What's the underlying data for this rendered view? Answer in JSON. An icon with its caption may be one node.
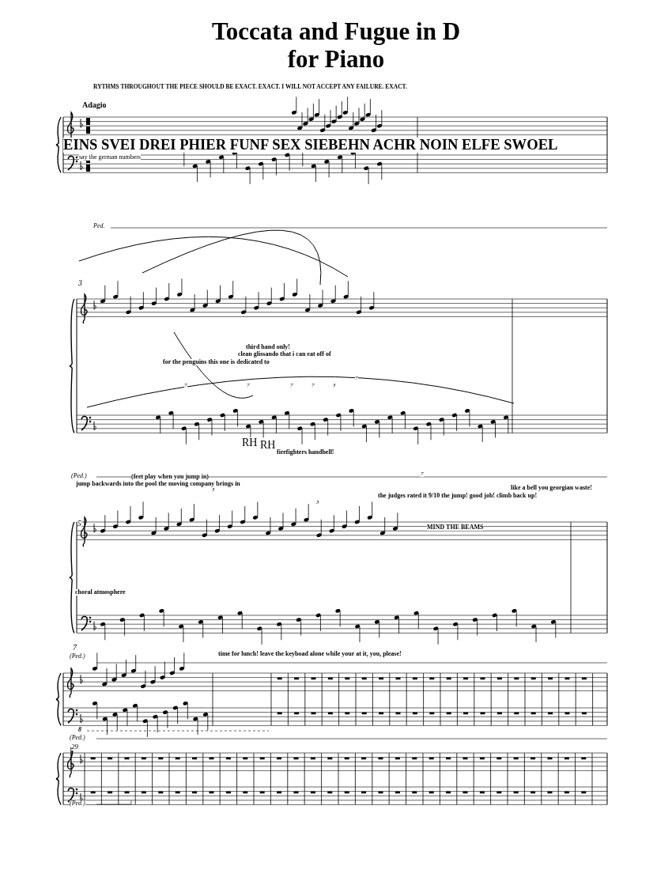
{
  "diagram": {
    "title": "Toccata and Fugue in D for Piano",
    "labels": [
      "RYTHMS THROUGHOUT THE PIECE SHOULD BE EXACT. EXACT. I WILL NOT ACCEPT ANY FAILURE. EXACT.",
      "Adagio",
      "EINS SVEI DREI PHIER FUNF SEX SIEBEHN ACHR NOIN ELFE SWOEL",
      "say the german numbers",
      "Ped.",
      "3",
      "third hand only!",
      "clean glissando that i can eat off of",
      "for the penguins this one is dedicated to",
      "7",
      "7",
      "7",
      "7",
      "3",
      "7",
      "RH",
      "RH",
      "firefighters handbell!",
      "7",
      "(Ped.)",
      "(feet play when you jump in)",
      "jump backwards into the pool the moving company brings in",
      "3",
      "like a bell you georgian waste!",
      "the judges rated it 9/10 the jump! good job! climb back up!",
      "3",
      "5",
      "MIND THE BEAMS",
      "choral atmosphere",
      "7",
      "(Ped.)",
      "time for lunch! leave the keyboad alone while your at it, you, please!",
      "8",
      "(Ped.)",
      "29",
      "(Ped.)"
    ]
  }
}
